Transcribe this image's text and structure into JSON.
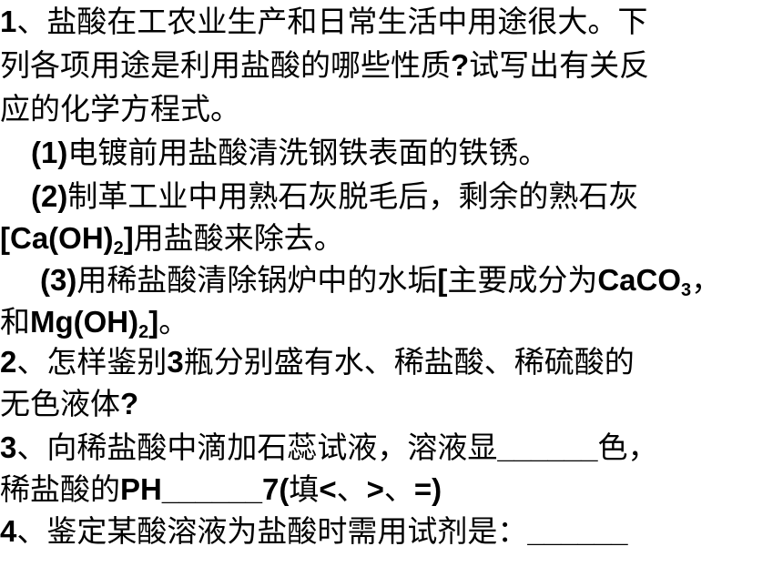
{
  "q1": {
    "num": "1",
    "line1": "、盐酸在工农业生产和日常生活中用途很大。下",
    "line2_a": "列各项用途是利用盐酸的哪些性质",
    "line2_q": "?",
    "line2_b": "试写出有关反",
    "line3": "应的化学方程式。",
    "sub1_label": "(1)",
    "sub1_text": "电镀前用盐酸清洗钢铁表面的铁锈。",
    "sub2_label": "(2)",
    "sub2_text": "制革工业中用熟石灰脱毛后，剩余的熟石灰",
    "sub2b_formula_a": "[Ca(OH)",
    "sub2b_formula_sub": "2",
    "sub2b_formula_b": "]",
    "sub2b_text": "用盐酸来除去。",
    "sub3_label": "(3)",
    "sub3_text": "用稀盐酸清除锅炉中的水垢",
    "sub3_bracket": "[",
    "sub3_text2": "主要成分为",
    "sub3_formula": "CaCO",
    "sub3_formula_sub": "3",
    "sub3_comma": "，",
    "sub3b_text": "和",
    "sub3b_formula_a": "Mg(OH)",
    "sub3b_formula_sub": "2",
    "sub3b_formula_b": "]",
    "sub3b_end": "。"
  },
  "q2": {
    "num": "2",
    "line1_a": "、怎样鉴别",
    "line1_num": "3",
    "line1_b": "瓶分别盛有水、稀盐酸、稀硫酸的",
    "line2_a": "无色液体",
    "line2_q": "?"
  },
  "q3": {
    "num": "3",
    "line1_a": "、向稀盐酸中滴加石蕊试液，溶液显",
    "line1_blank": "______",
    "line1_b": "色，",
    "line2_a": "稀盐酸的",
    "line2_ph": "PH______7(",
    "line2_fill": "填",
    "line2_lt": "<",
    "line2_sep1": "、",
    "line2_gt": ">",
    "line2_sep2": "、",
    "line2_eq": "=)"
  },
  "q4": {
    "num": "4",
    "line1_a": "、鉴定某酸溶液为盐酸时需用试剂是：",
    "line1_blank": "______"
  }
}
